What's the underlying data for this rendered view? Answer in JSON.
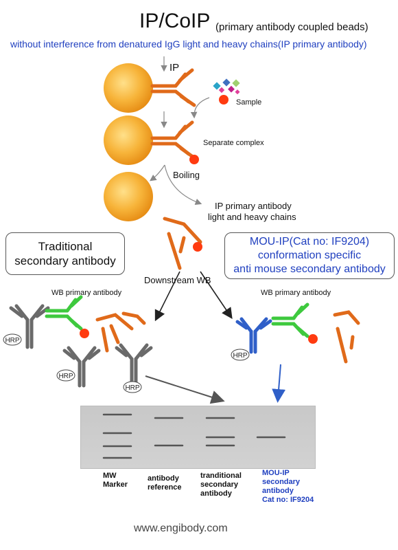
{
  "header": {
    "title": "IP/CoIP",
    "title_note": "(primary antibody coupled beads)",
    "subtitle": "without interference from denatured IgG light and heavy chains(IP primary antibody)"
  },
  "steps": {
    "ip": "IP",
    "sample": "Sample",
    "separate": "Separate complex",
    "boiling": "Boiling",
    "chains_line1": "IP primary antibody",
    "chains_line2": "light and heavy chains",
    "downstream": "Downstream WB"
  },
  "boxes": {
    "traditional_line1": "Traditional",
    "traditional_line2": "secondary antibody",
    "mou_line1": "MOU-IP(Cat no: IF9204)",
    "mou_line2": "conformation specific",
    "mou_line3": "anti mouse secondary antibody"
  },
  "wb": {
    "left_label": "WB primary antibody",
    "right_label": "WB primary antibody",
    "hrp": "HRP"
  },
  "lanes": [
    {
      "line1": "MW",
      "line2": "Marker",
      "line3": "",
      "line4": ""
    },
    {
      "line1": "antibody",
      "line2": "reference",
      "line3": "",
      "line4": ""
    },
    {
      "line1": "tranditional",
      "line2": "secondary",
      "line3": "antibody",
      "line4": ""
    },
    {
      "line1": "MOU-IP",
      "line2": "secondary",
      "line3": "antibody",
      "line4": "Cat no: IF9204"
    }
  ],
  "footer": "www.engibody.com",
  "colors": {
    "bead": "#f5a623",
    "ip_antibody": "#e06a1a",
    "antigen": "#ff3b10",
    "wb_primary": "#3ec93e",
    "traditional_secondary": "#6a6a6a",
    "mou_secondary": "#2f5fc8",
    "accent_text": "#1f3fbf"
  }
}
